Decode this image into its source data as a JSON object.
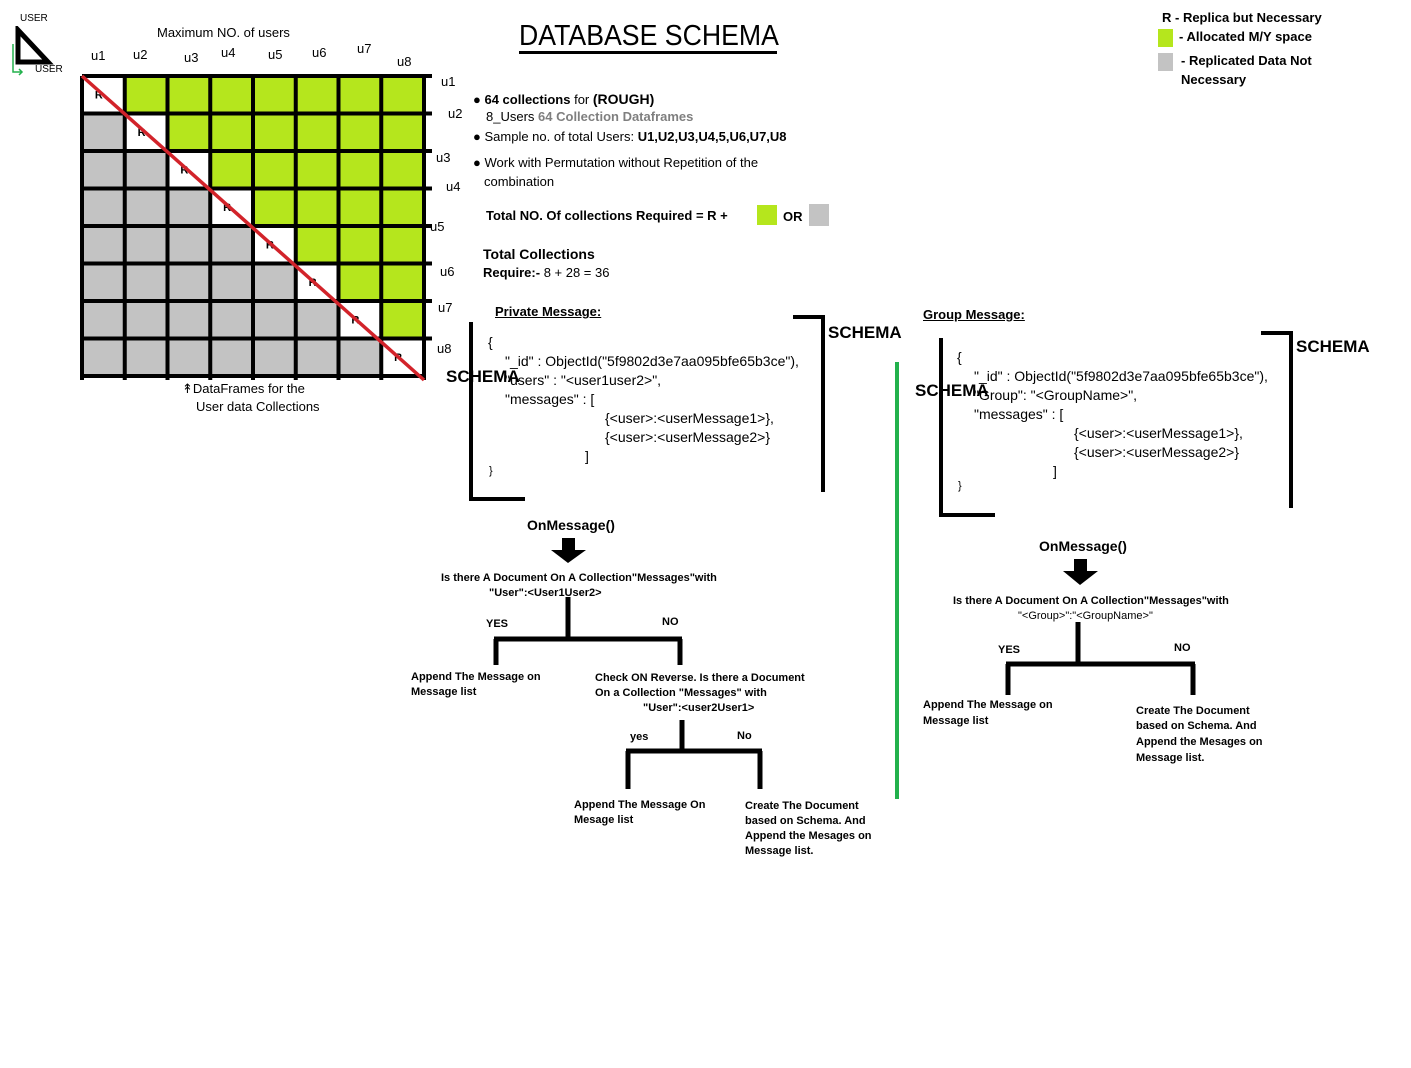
{
  "user_glyph": {
    "top_label": "USER",
    "bottom_label": "USER"
  },
  "matrix": {
    "top_label": "Maximum NO. of users",
    "columns": [
      "u1",
      "u2",
      "u3",
      "u4",
      "u5",
      "u6",
      "u7",
      "u8"
    ],
    "rows": [
      "u1",
      "u2",
      "u3",
      "u4",
      "u5",
      "u6",
      "u7",
      "u8"
    ],
    "diag_label": "R",
    "caption_line1": "DataFrames for the",
    "caption_line2": "User data Collections"
  },
  "title": "DATABASE SCHEMA",
  "legend": {
    "r_text": "R - Replica but Necessary",
    "green_text": "- Allocated M/Y space",
    "gray_text_1": "- Replicated Data Not",
    "gray_text_2": "Necessary",
    "green_color": "#b5e61d",
    "gray_color": "#c3c3c3"
  },
  "notes": {
    "n1_a": "64 collections",
    "n1_b": "for",
    "n1_c": "(ROUGH)",
    "n1_sub_a": "8_Users",
    "n1_sub_b": "64 Collection Dataframes",
    "n2_a": "Sample no. of total Users:",
    "n2_b": "U1,U2,U3,U4,5,U6,U7,U8",
    "n3_line1": "Work with Permutation without Repetition of the",
    "n3_line2": "combination",
    "required_label": "Total NO. Of collections Required =  R +",
    "or_label": "OR",
    "total_label": "Total Collections",
    "require_label": "Require:-",
    "require_value": "8 + 28  = 36"
  },
  "private": {
    "heading": "Private Message:",
    "open_brace": "{",
    "line_id": "\"_id\" : ObjectId(\"5f9802d3e7aa095bfe65b3ce\"),",
    "line_users": "\"users\" : \"<user1user2>\",",
    "line_messages": "\"messages\" : [",
    "msg1": "{<user>:<userMessage1>},",
    "msg2": "{<user>:<userMessage2>}",
    "close_bracket": "]",
    "close_brace": "}",
    "schema_word": "SCHEMA"
  },
  "group": {
    "heading": "Group Message:",
    "open_brace": "{",
    "line_id": "\"_id\" : ObjectId(\"5f9802d3e7aa095bfe65b3ce\"),",
    "line_group": "\"Group\": \"<GroupName>\",",
    "line_messages": "\"messages\" : [",
    "msg1": "{<user>:<userMessage1>},",
    "msg2": "{<user>:<userMessage2>}",
    "close_bracket": "]",
    "close_brace": "}",
    "schema_word": "SCHEMA"
  },
  "flow_private": {
    "title": "OnMessage()",
    "question_1": "Is there A Document On A Collection\"Messages\"with",
    "question_2": "\"User\":<User1User2>",
    "yes": "YES",
    "no": "NO",
    "yes_result_1": "Append The Message on",
    "yes_result_2": "Message list",
    "no_check_1": "Check ON Reverse. Is there a Document",
    "no_check_2": "On a Collection \"Messages\" with",
    "no_check_3": "\"User\":<user2User1>",
    "yes2": "yes",
    "no2": "No",
    "yes2_result_1": "Append The Message On",
    "yes2_result_2": "Mesage list",
    "no2_result_1": "Create The Document",
    "no2_result_2": "based on Schema. And",
    "no2_result_3": "Append the Mesages on",
    "no2_result_4": "Message list."
  },
  "flow_group": {
    "title": "OnMessage()",
    "question_1": "Is there A Document On A Collection\"Messages\"with",
    "question_2": "\"<Group>\":\"<GroupName>\"",
    "yes": "YES",
    "no": "NO",
    "yes_result_1": "Append The Message on",
    "yes_result_2": "Message list",
    "no_result_1": "Create The Document",
    "no_result_2": "based on Schema. And",
    "no_result_3": "Append the Mesages on",
    "no_result_4": "Message list."
  },
  "divider_color": "#22b14c",
  "diagonal_color": "#d2232a"
}
